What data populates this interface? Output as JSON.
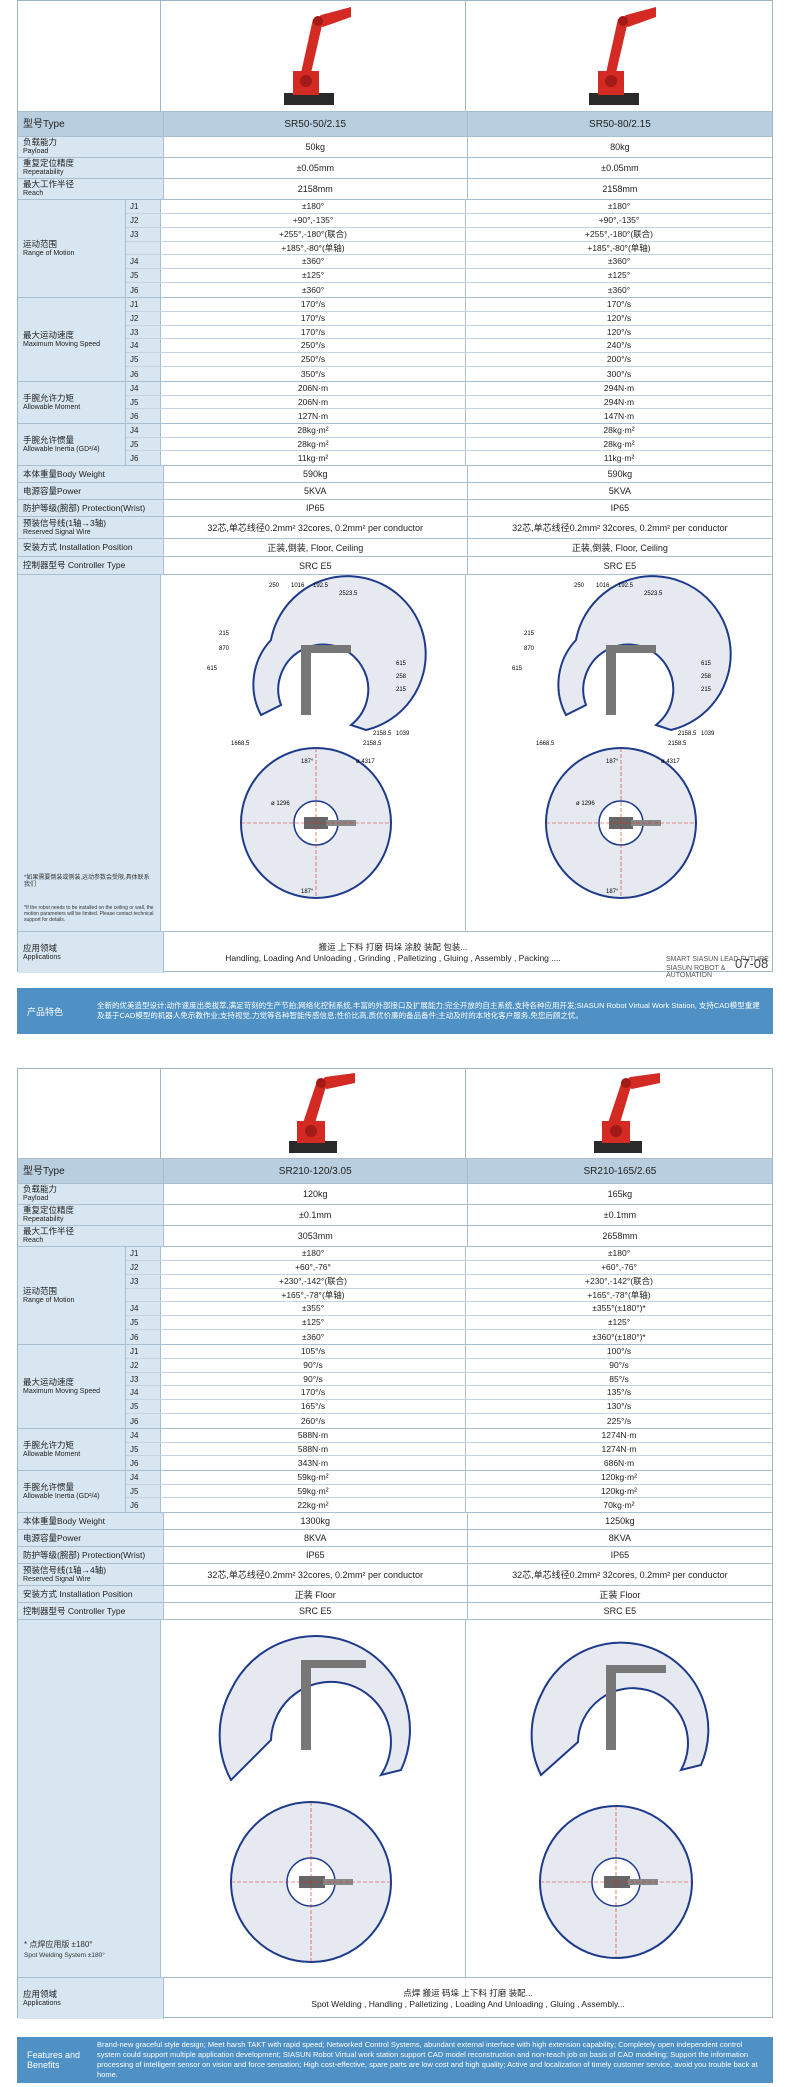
{
  "page1": {
    "models": [
      "SR50-50/2.15",
      "SR50-80/2.15"
    ],
    "type_label": "型号Type",
    "rows": [
      {
        "cn": "负载能力",
        "en": "Payload",
        "vals": [
          "50kg",
          "80kg"
        ]
      },
      {
        "cn": "重复定位精度",
        "en": "Repeatability",
        "vals": [
          "±0.05mm",
          "±0.05mm"
        ]
      },
      {
        "cn": "最大工作半径",
        "en": "Reach",
        "vals": [
          "2158mm",
          "2158mm"
        ]
      }
    ],
    "range": {
      "cn": "运动范围",
      "en": "Range of Motion",
      "joints": [
        "J1",
        "J2",
        "J3",
        "",
        "J4",
        "J5",
        "J6"
      ],
      "a": [
        "±180°",
        "+90°,-135°",
        "+255°,-180°(联合)",
        "+185°,-80°(单轴)",
        "±360°",
        "±125°",
        "±360°"
      ],
      "b": [
        "±180°",
        "+90°,-135°",
        "+255°,-180°(联合)",
        "+185°,-80°(单轴)",
        "±360°",
        "±125°",
        "±360°"
      ]
    },
    "speed": {
      "cn": "最大运动速度",
      "en": "Maximum Moving Speed",
      "joints": [
        "J1",
        "J2",
        "J3",
        "J4",
        "J5",
        "J6"
      ],
      "a": [
        "170°/s",
        "170°/s",
        "170°/s",
        "250°/s",
        "250°/s",
        "350°/s"
      ],
      "b": [
        "170°/s",
        "120°/s",
        "120°/s",
        "240°/s",
        "200°/s",
        "300°/s"
      ]
    },
    "moment": {
      "cn": "手腕允许力矩",
      "en": "Allowable Moment",
      "joints": [
        "J4",
        "J5",
        "J6"
      ],
      "a": [
        "206N·m",
        "206N·m",
        "127N·m"
      ],
      "b": [
        "294N·m",
        "294N·m",
        "147N·m"
      ]
    },
    "inertia": {
      "cn": "手腕允许惯量",
      "en": "Allowable Inertia (GD²/4)",
      "joints": [
        "J4",
        "J5",
        "J6"
      ],
      "a": [
        "28kg·m²",
        "28kg·m²",
        "11kg·m²"
      ],
      "b": [
        "28kg·m²",
        "28kg·m²",
        "11kg·m²"
      ]
    },
    "rows2": [
      {
        "cn": "本体重量Body Weight",
        "vals": [
          "590kg",
          "590kg"
        ]
      },
      {
        "cn": "电源容量Power",
        "vals": [
          "5KVA",
          "5KVA"
        ]
      },
      {
        "cn": "防护等级(腕部) Protection(Wrist)",
        "vals": [
          "IP65",
          "IP65"
        ]
      },
      {
        "cn": "预装信号线(1轴→3轴)",
        "en": "Reserved Signal Wire",
        "vals": [
          "32芯,单芯线径0.2mm²  32cores, 0.2mm² per conductor",
          "32芯,单芯线径0.2mm²  32cores, 0.2mm² per conductor"
        ]
      },
      {
        "cn": "安装方式 Installation Position",
        "vals": [
          "正装,倒装, Floor, Ceiling",
          "正装,倒装, Floor, Ceiling"
        ]
      },
      {
        "cn": "控制器型号 Controller Type",
        "vals": [
          "SRC E5",
          "SRC E5"
        ]
      }
    ],
    "dims": [
      "250",
      "1016",
      "192.5",
      "2523.5",
      "215",
      "870",
      "615",
      "615",
      "258",
      "215",
      "1039",
      "1668.5",
      "2158.5",
      "2158.5",
      "187°",
      "ø 4317",
      "ø 1296",
      "187°"
    ],
    "note_cn": "*如果需要倒装或侧装,运动参数会受限,具体联系我们",
    "note_en": "*If the robot needs to be installed on the ceiling or wall, the motion parameters will be limited. Please contact technical support for details.",
    "app_cn": "应用领域",
    "app_en": "Applications",
    "app_line1": "搬运 上下料 打磨 码垛 涂胶 装配 包装...",
    "app_line2": "Handling, Loading And Unloading , Grinding , Palletizing , Gluing , Assembly , Packing ....",
    "brand1": "SMART SIASUN  LEAD FUTURE",
    "brand2": "SIASUN ROBOT & AUTOMATION",
    "page_number": "07-08"
  },
  "feature_top": {
    "title": "产品特色",
    "text": "全新的优美造型设计;动作速度出类拔萃,满足苛刻的生产节拍;网络化控制系统,丰富的外部接口及扩展能力;完全开放的自主系统,支持各种应用开发;SIASUN Robot Virtual Work Station, 支持CAD模型重建及基于CAD模型的机器人免示教作业;支持视觉,力觉等各种智能传感信息;性价比高,质优价廉的备品备件;主动及时的本地化客户服务,免您后顾之忧。"
  },
  "page2": {
    "models": [
      "SR210-120/3.05",
      "SR210-165/2.65"
    ],
    "type_label": "型号Type",
    "rows": [
      {
        "cn": "负载能力",
        "en": "Payload",
        "vals": [
          "120kg",
          "165kg"
        ]
      },
      {
        "cn": "重复定位精度",
        "en": "Repeatability",
        "vals": [
          "±0.1mm",
          "±0.1mm"
        ]
      },
      {
        "cn": "最大工作半径",
        "en": "Reach",
        "vals": [
          "3053mm",
          "2658mm"
        ]
      }
    ],
    "range": {
      "cn": "运动范围",
      "en": "Range of Motion",
      "joints": [
        "J1",
        "J2",
        "J3",
        "",
        "J4",
        "J5",
        "J6"
      ],
      "a": [
        "±180°",
        "+60°,-76°",
        "+230°,-142°(联合)",
        "+165°,-78°(单轴)",
        "±355°",
        "±125°",
        "±360°"
      ],
      "b": [
        "±180°",
        "+60°,-76°",
        "+230°,-142°(联合)",
        "+165°,-78°(单轴)",
        "±355°(±180°)*",
        "±125°",
        "±360°(±180°)*"
      ]
    },
    "speed": {
      "cn": "最大运动速度",
      "en": "Maximum Moving Speed",
      "joints": [
        "J1",
        "J2",
        "J3",
        "J4",
        "J5",
        "J6"
      ],
      "a": [
        "105°/s",
        "90°/s",
        "90°/s",
        "170°/s",
        "165°/s",
        "260°/s"
      ],
      "b": [
        "100°/s",
        "90°/s",
        "85°/s",
        "135°/s",
        "130°/s",
        "225°/s"
      ]
    },
    "moment": {
      "cn": "手腕允许力矩",
      "en": "Allowable Moment",
      "joints": [
        "J4",
        "J5",
        "J6"
      ],
      "a": [
        "588N·m",
        "588N·m",
        "343N·m"
      ],
      "b": [
        "1274N·m",
        "1274N·m",
        "686N·m"
      ]
    },
    "inertia": {
      "cn": "手腕允许惯量",
      "en": "Allowable Inertia (GD²/4)",
      "joints": [
        "J4",
        "J5",
        "J6"
      ],
      "a": [
        "59kg·m²",
        "59kg·m²",
        "22kg·m²"
      ],
      "b": [
        "120kg·m²",
        "120kg·m²",
        "70kg·m²"
      ]
    },
    "rows2": [
      {
        "cn": "本体重量Body Weight",
        "vals": [
          "1300kg",
          "1250kg"
        ]
      },
      {
        "cn": "电源容量Power",
        "vals": [
          "8KVA",
          "8KVA"
        ]
      },
      {
        "cn": "防护等级(腕部) Protection(Wrist)",
        "vals": [
          "IP65",
          "IP65"
        ]
      },
      {
        "cn": "预装信号线(1轴→4轴)",
        "en": "Reserved Signal Wire",
        "vals": [
          "32芯,单芯线径0.2mm²  32cores, 0.2mm² per conductor",
          "32芯,单芯线径0.2mm²  32cores, 0.2mm² per conductor"
        ]
      },
      {
        "cn": "安装方式 Installation Position",
        "vals": [
          "正装  Floor",
          "正装  Floor"
        ]
      },
      {
        "cn": "控制器型号 Controller Type",
        "vals": [
          "SRC E5",
          "SRC E5"
        ]
      }
    ],
    "note_cn": "* 点焊应用版 ±180°",
    "note_en": "Spot Welding System ±180°",
    "app_cn": "应用领域",
    "app_en": "Applications",
    "app_line1": "点焊 搬运 码垛 上下料 打磨 装配...",
    "app_line2": "Spot Welding , Handling , Palletizing , Loading And Unloading , Gluing , Assembly..."
  },
  "feature_bottom": {
    "title": "Features and Benefits",
    "text": "Brand-new graceful style design; Meet harsh TAKT with rapid speed; Networked Control Systems, abundant external interface with high extension capability; Completely open independent control system could support multiple application development; SIASUN Robot Virtual work station support CAD model reconstruction and non-teach job on basis of CAD modeling; Support the information processing of intelligent sensor on vision and force sensation; High cost-effective, spare parts are low cost and high quality; Active and localization of timely customer service, avoid you trouble back at home."
  },
  "colors": {
    "accent": "#4f91c4",
    "header": "#b9cfdf",
    "label_bg": "#d7e6f0",
    "robot": "#d42a24",
    "envelope": "#1e3a8a"
  }
}
